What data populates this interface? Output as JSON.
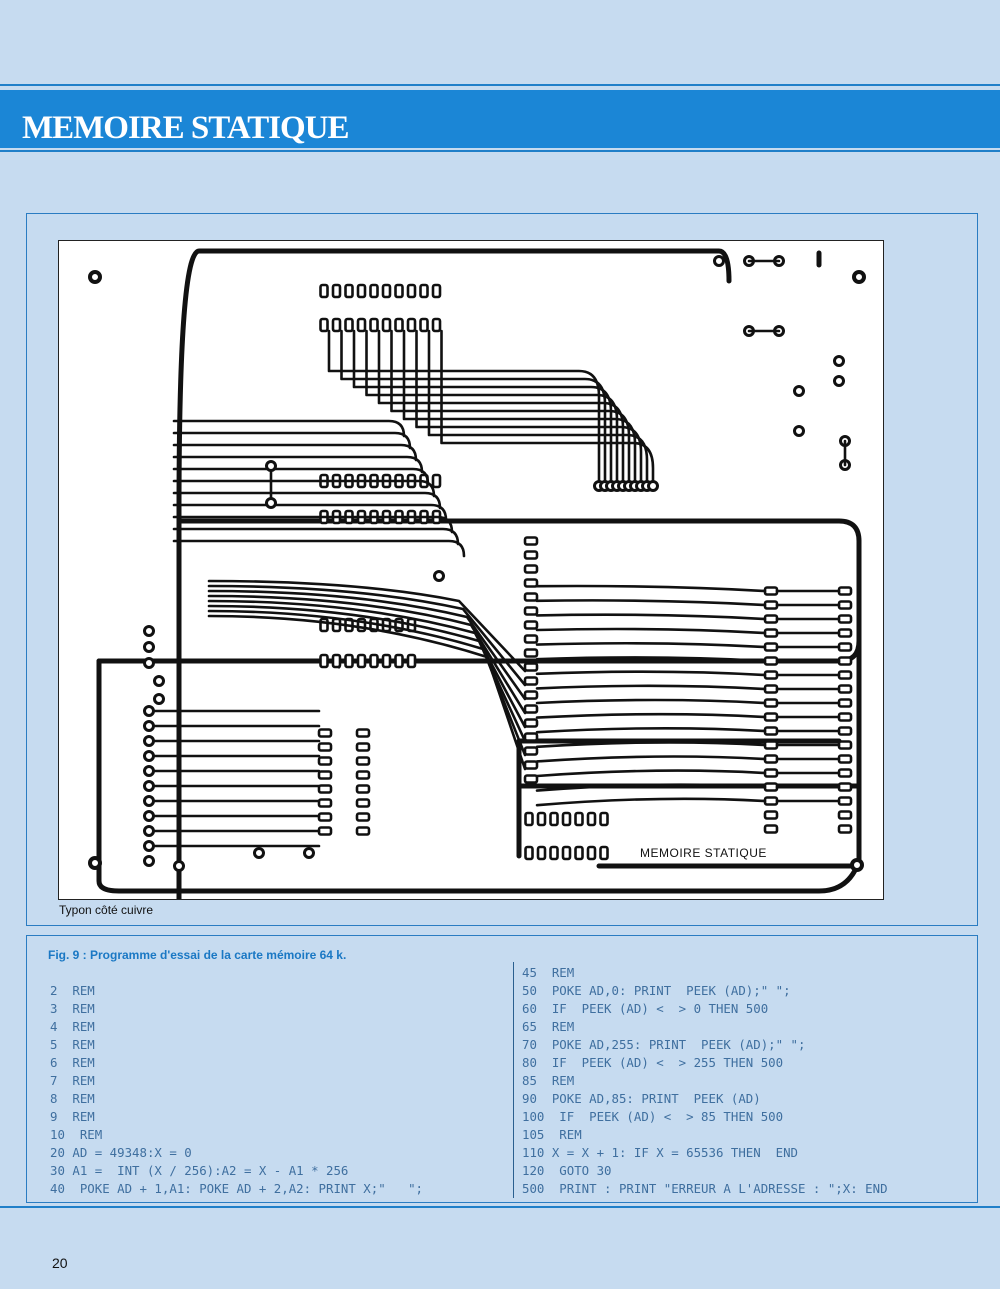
{
  "header": {
    "title": "MEMOIRE STATIQUE"
  },
  "figure": {
    "board_label": "MEMOIRE STATIQUE",
    "caption": "Typon côté cuivre"
  },
  "listing": {
    "title": "Fig. 9 : Programme d'essai de la carte mémoire 64 k.",
    "left_lines": [
      "2  REM",
      "3  REM",
      "4  REM",
      "5  REM",
      "6  REM",
      "7  REM",
      "8  REM",
      "9  REM",
      "10  REM",
      "20 AD = 49348:X = 0",
      "30 A1 =  INT (X / 256):A2 = X - A1 * 256",
      "40  POKE AD + 1,A1: POKE AD + 2,A2: PRINT X;\"   \";"
    ],
    "right_lines": [
      "45  REM",
      "50  POKE AD,0: PRINT  PEEK (AD);\" \";",
      "60  IF  PEEK (AD) <  > 0 THEN 500",
      "65  REM",
      "70  POKE AD,255: PRINT  PEEK (AD);\" \";",
      "80  IF  PEEK (AD) <  > 255 THEN 500",
      "85  REM",
      "90  POKE AD,85: PRINT  PEEK (AD)",
      "100  IF  PEEK (AD) <  > 85 THEN 500",
      "105  REM",
      "110 X = X + 1: IF X = 65536 THEN  END",
      "120  GOTO 30",
      "500  PRINT : PRINT \"ERREUR A L'ADRESSE : \";X: END"
    ]
  },
  "page": {
    "number": "20"
  }
}
